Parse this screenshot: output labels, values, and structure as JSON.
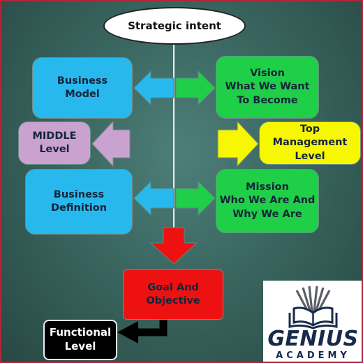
{
  "diagram": {
    "title": "Strategic intent",
    "nodes": {
      "business_model": "Business\nModel",
      "vision": "Vision\nWhat We Want\nTo Become",
      "middle_level": "MIDDLE\nLevel",
      "top_management": "Top\nManagement\nLevel",
      "business_definition": "Business\nDefinition",
      "mission": "Mission\nWho We Are And\nWhy We Are",
      "goal": "Goal And\nObjective",
      "functional": "Functional\nLevel"
    },
    "colors": {
      "background": "#3a6660",
      "cyan": "#27b9ee",
      "green": "#1fcf47",
      "purple": "#c9a2cf",
      "yellow": "#f7f700",
      "red": "#ee1111",
      "black": "#000000",
      "white": "#ffffff",
      "border_accent": "#b3263a"
    }
  },
  "logo": {
    "name": "GENIUS",
    "subtitle": "ACADEMY",
    "icon": "open-book-icon"
  }
}
